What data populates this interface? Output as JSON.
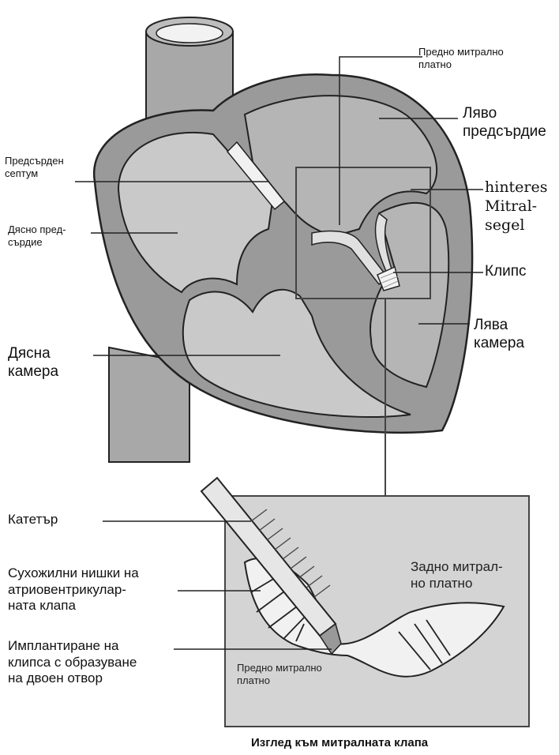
{
  "labels": {
    "anterior_leaflet_top": "Предно митрално\nплатно",
    "left_atrium": "Ляво\nпредсърдие",
    "atrial_septum": "Предсърден\nсептум",
    "posterior_leaflet_de": "hinteres\nMitral-\nsegel",
    "right_atrium": "Дясно пред-\nсърдие",
    "clip": "Клипс",
    "left_ventricle": "Лява\nкамера",
    "right_ventricle": "Дясна\nкамера",
    "catheter": "Катетър",
    "chordae": "Сухожилни нишки на\nатриовентрикулар-\nната клапа",
    "posterior_leaflet_inset": "Задно митрал-\nно платно",
    "clip_implant": "Имплантиране на\nклипса с образуване\nна двоен отвор",
    "anterior_leaflet_inset": "Предно митрално\nплатно",
    "caption": "Изглед към митралната клапа"
  },
  "colors": {
    "wall": "#9a9a9a",
    "chamber": "#c9c9c9",
    "inset_bg": "#d4d4d4",
    "lines": "#222222"
  }
}
